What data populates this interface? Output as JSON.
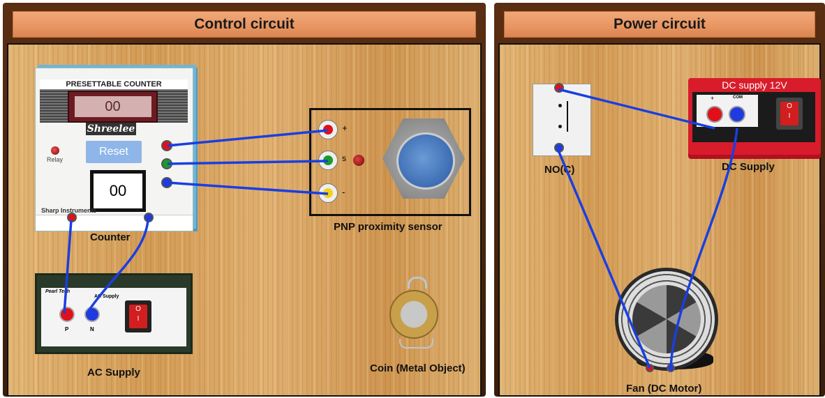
{
  "control": {
    "title": "Control circuit",
    "counter": {
      "title": "PRESETTABLE COUNTER",
      "preset": "00",
      "brand": "Shreelee",
      "reset_label": "Reset",
      "count": "00",
      "relay_label": "Relay",
      "maker": "Sharp Instruments",
      "label": "Counter"
    },
    "sensor": {
      "label": "PNP proximity sensor",
      "plus": "+",
      "signal": "s",
      "minus": "-"
    },
    "ac_supply": {
      "label": "AC Supply",
      "brand": "Pearl Tech",
      "caption": "AC Supply",
      "p": "P",
      "n": "N"
    },
    "coin": {
      "label": "Coin (Metal Object)"
    }
  },
  "power": {
    "title": "Power circuit",
    "noc": {
      "label": "NO(C)"
    },
    "dc_supply": {
      "title": "DC supply 12V",
      "plus": "+",
      "com": "COM",
      "label": "DC Supply"
    },
    "fan": {
      "label": "Fan (DC Motor)"
    }
  },
  "colors": {
    "wire": "#1a3fe0",
    "red_terminal": "#e0101a",
    "blue_terminal": "#1f3be0",
    "green_terminal": "#1a9a2a"
  }
}
